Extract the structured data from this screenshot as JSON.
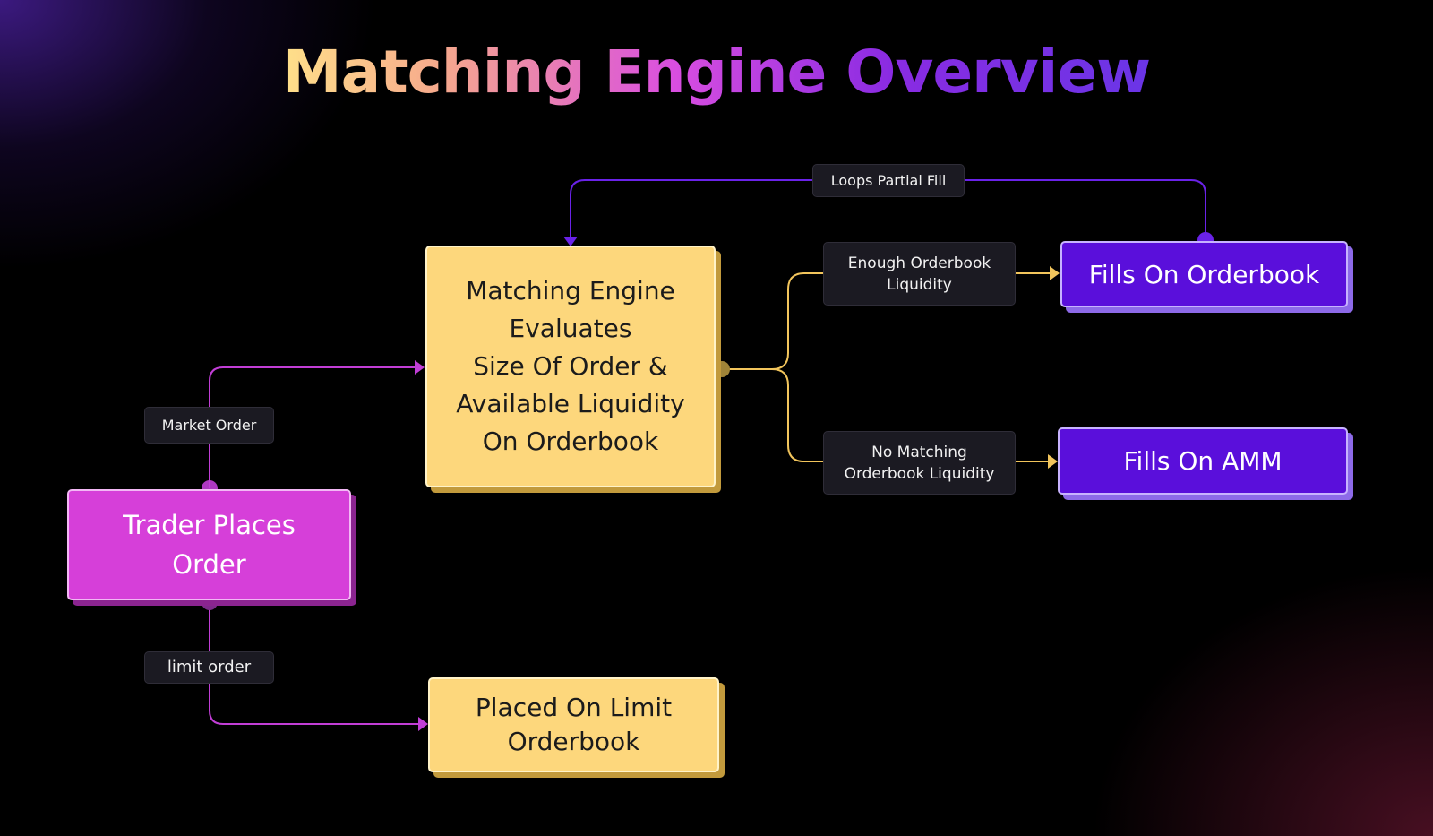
{
  "title": "Matching Engine Overview",
  "nodes": {
    "trader": "Trader Places\nOrder",
    "engine": "Matching Engine\nEvaluates\nSize Of Order &\nAvailable Liquidity\nOn Orderbook",
    "limit_book": "Placed On Limit\nOrderbook",
    "fills_orderbook": "Fills On Orderbook",
    "fills_amm": "Fills On AMM"
  },
  "edge_labels": {
    "market_order": "Market Order",
    "limit_order": "limit order",
    "loops_partial_fill": "Loops Partial Fill",
    "enough_liquidity": "Enough Orderbook\nLiquidity",
    "no_matching_liquidity": "No Matching\nOrderbook Liquidity"
  },
  "colors": {
    "yellow": "#fdd77c",
    "magenta": "#d63fd9",
    "violet": "#5a0fdb",
    "magenta_wire": "#c13ed6",
    "yellow_wire": "#f2c55c",
    "violet_wire": "#6a22e8"
  }
}
